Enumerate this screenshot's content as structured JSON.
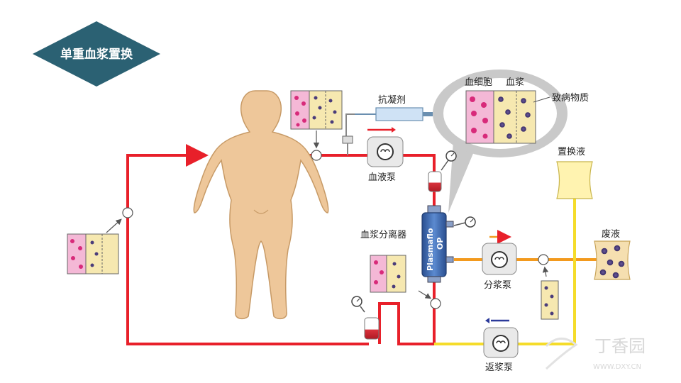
{
  "title": "单重血浆置换",
  "labels": {
    "anticoagulant": "抗凝剂",
    "blood_pump": "血液泵",
    "blood_cells": "血细胞",
    "plasma": "血浆",
    "pathogen": "致病物质",
    "replacement_fluid": "置换液",
    "plasma_separator": "血浆分离器",
    "filter_brand": "Plasmaflo",
    "filter_model": "OP",
    "waste_fluid": "废液",
    "separation_pump": "分浆泵",
    "return_pump": "返浆泵"
  },
  "watermark": {
    "brand": "丁香园",
    "url": "WWW.DXY.CN"
  },
  "colors": {
    "blood_line": "#e8202a",
    "separated_plasma_line": "#f39a1e",
    "replacement_line": "#f5dc2a",
    "title_bg": "#2b6173",
    "body_fill": "#eec79a",
    "cell_panel": "#f4b8d6",
    "plasma_panel": "#f6e8b0",
    "separator_body": "#3f6fb8"
  }
}
